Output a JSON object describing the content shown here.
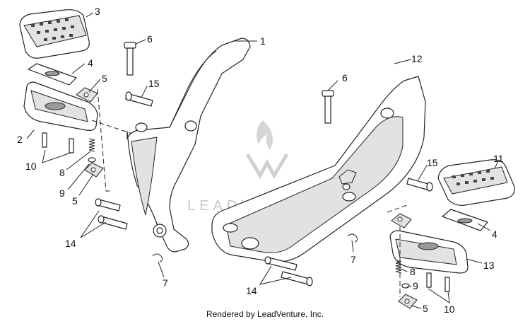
{
  "callouts": [
    {
      "id": "c1",
      "label": "1"
    },
    {
      "id": "c2",
      "label": "2"
    },
    {
      "id": "c3",
      "label": "3"
    },
    {
      "id": "c4a",
      "label": "4"
    },
    {
      "id": "c5a",
      "label": "5"
    },
    {
      "id": "c6a",
      "label": "6"
    },
    {
      "id": "c15a",
      "label": "15"
    },
    {
      "id": "c10a",
      "label": "10"
    },
    {
      "id": "c8a",
      "label": "8"
    },
    {
      "id": "c9a",
      "label": "9"
    },
    {
      "id": "c5b",
      "label": "5"
    },
    {
      "id": "c14a",
      "label": "14"
    },
    {
      "id": "c7a",
      "label": "7"
    },
    {
      "id": "c6b",
      "label": "6"
    },
    {
      "id": "c12",
      "label": "12"
    },
    {
      "id": "c11",
      "label": "11"
    },
    {
      "id": "c15b",
      "label": "15"
    },
    {
      "id": "c4b",
      "label": "4"
    },
    {
      "id": "c7b",
      "label": "7"
    },
    {
      "id": "c13",
      "label": "13"
    },
    {
      "id": "c14b",
      "label": "14"
    },
    {
      "id": "c8b",
      "label": "8"
    },
    {
      "id": "c9b",
      "label": "9"
    },
    {
      "id": "c10b",
      "label": "10"
    },
    {
      "id": "c5c",
      "label": "5"
    }
  ],
  "watermark": "LEADVENTURE",
  "footer": "Rendered by LeadVenture, Inc."
}
